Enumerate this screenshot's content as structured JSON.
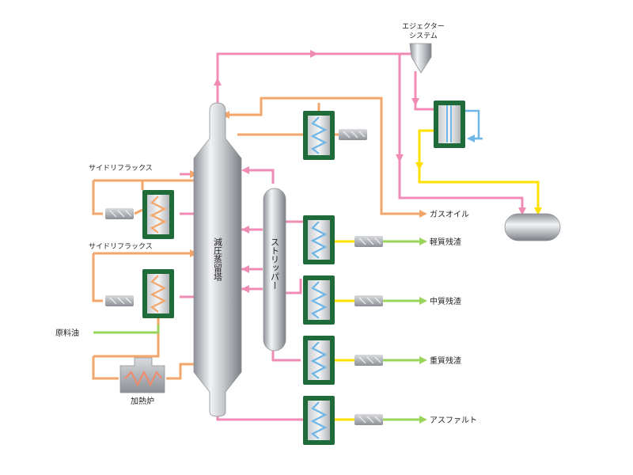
{
  "labels": {
    "ejector_line1": "エジェクター",
    "ejector_line2": "システム",
    "side_reflux_1": "サイドリフラックス",
    "side_reflux_2": "サイドリフラックス",
    "crude_oil": "原料油",
    "heater": "加熱炉",
    "vacuum_column": "減圧蒸留塔",
    "stripper": "ストリッパー",
    "gas_oil": "ガスオイル",
    "light_residue": "軽質残渣",
    "medium_residue": "中質残渣",
    "heavy_residue": "重質残渣",
    "asphalt": "アスファルト"
  },
  "colors": {
    "vapor_line": "#f08cb4",
    "hot_line": "#f4a66a",
    "product_line": "#9ad45a",
    "cooling_line": "#ffe000",
    "water_line": "#6fb7e6",
    "exchanger_frame": "#1f6b3a",
    "vessel_gray": "#b8bcc2"
  },
  "icons": {
    "exchanger": "heat-exchanger-icon",
    "pump": "pump-icon",
    "heater": "furnace-icon",
    "ejector": "ejector-icon",
    "drum": "drum-icon"
  }
}
